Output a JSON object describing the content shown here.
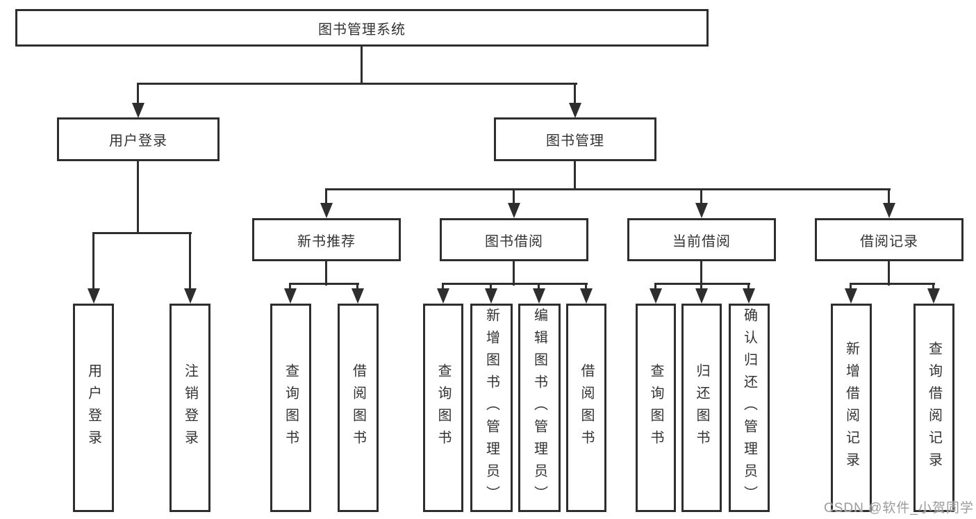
{
  "tree": {
    "root": {
      "label": "图书管理系统"
    },
    "branches": [
      {
        "label": "用户登录",
        "children": [
          {
            "label": "用户登录"
          },
          {
            "label": "注销登录"
          }
        ]
      },
      {
        "label": "图书管理",
        "groups": [
          {
            "label": "新书推荐",
            "children": [
              {
                "label": "查询图书"
              },
              {
                "label": "借阅图书"
              }
            ]
          },
          {
            "label": "图书借阅",
            "children": [
              {
                "label": "查询图书"
              },
              {
                "label": "新增图书（管理员）"
              },
              {
                "label": "编辑图书（管理员）"
              },
              {
                "label": "借阅图书"
              }
            ]
          },
          {
            "label": "当前借阅",
            "children": [
              {
                "label": "查询图书"
              },
              {
                "label": "归还图书"
              },
              {
                "label": "确认归还（管理员）"
              }
            ]
          },
          {
            "label": "借阅记录",
            "children": [
              {
                "label": "新增借阅记录"
              },
              {
                "label": "查询借阅记录"
              }
            ]
          }
        ]
      }
    ]
  },
  "watermark": {
    "text": "CSDN @软件_小贺同学"
  },
  "colors": {
    "line": "#2e2e2e",
    "text": "#333333",
    "watermark": "#9b9b9b",
    "background": "#ffffff"
  }
}
